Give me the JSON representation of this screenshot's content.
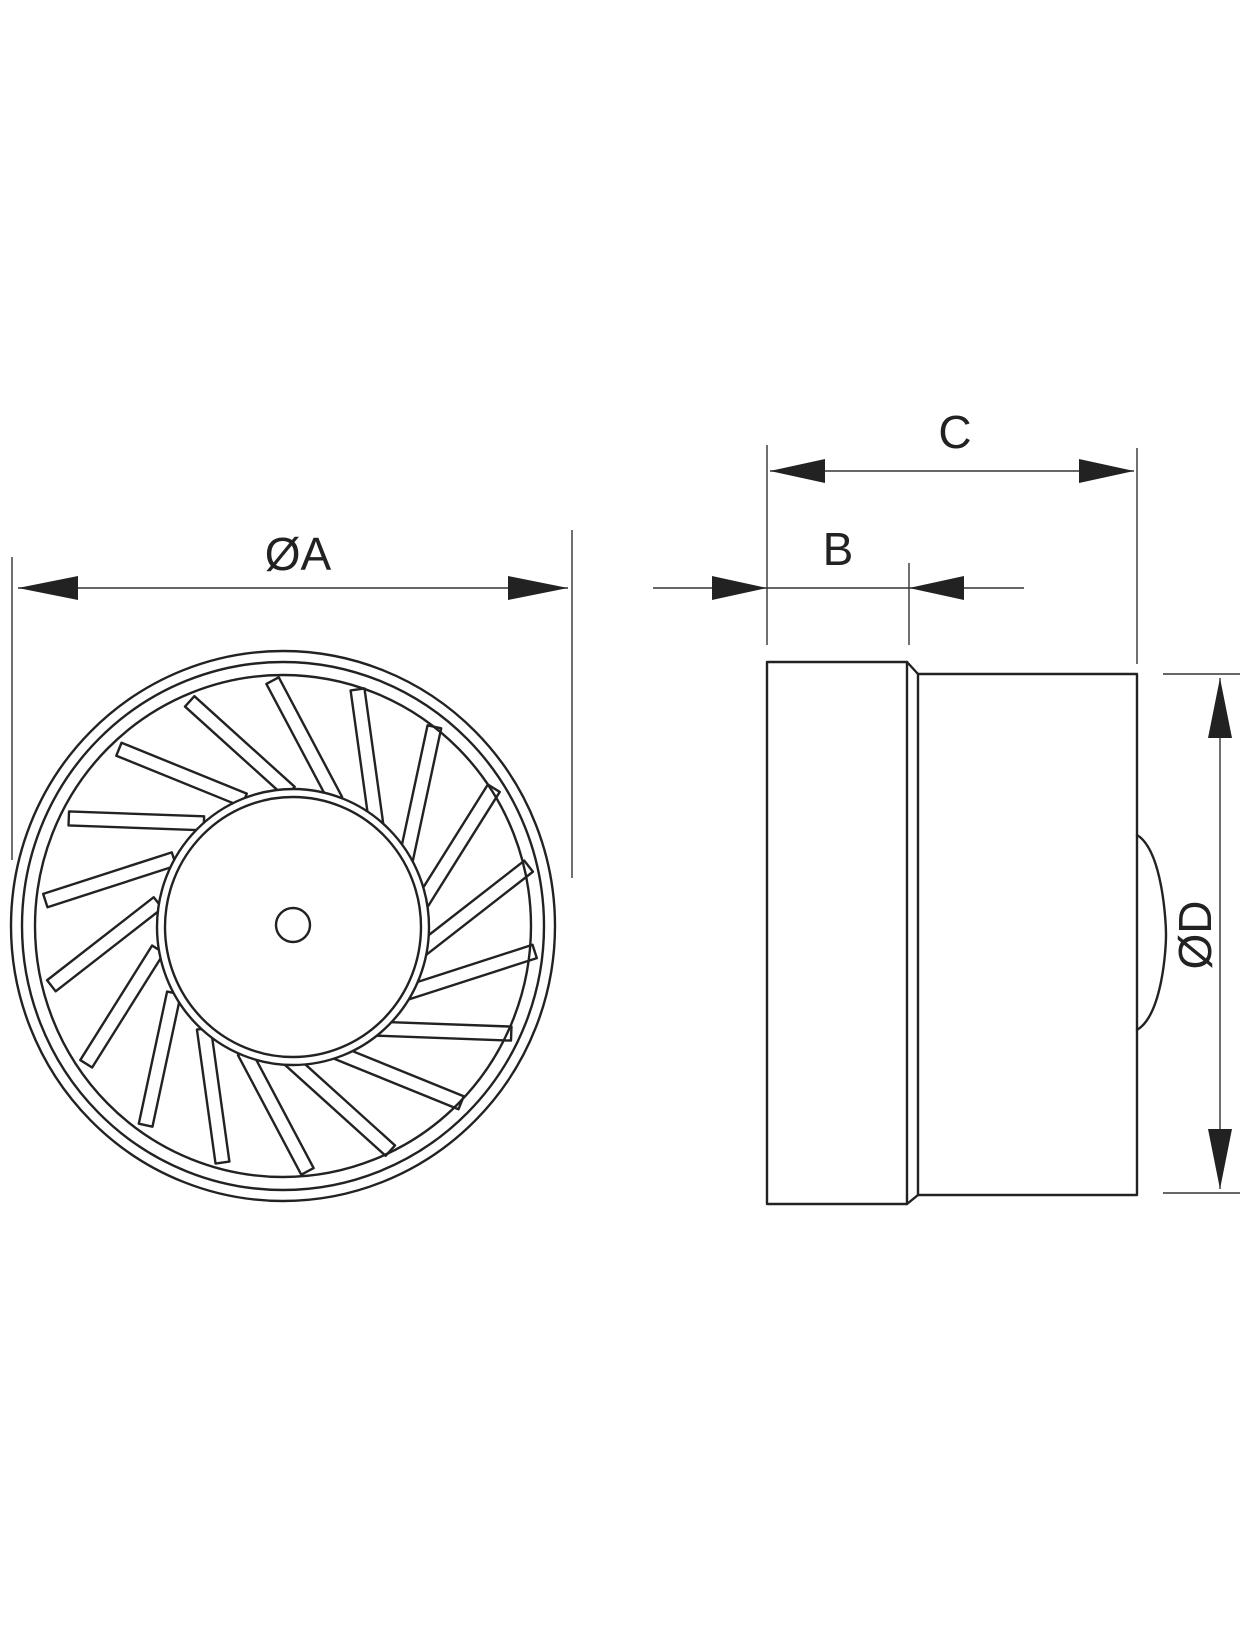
{
  "dimensions": {
    "a": {
      "label": "ØA"
    },
    "b": {
      "label": "B"
    },
    "c": {
      "label": "C"
    },
    "d": {
      "label": "ØD"
    }
  },
  "colors": {
    "line": "#222222",
    "background": "#ffffff"
  },
  "grille": {
    "vane_count": 18
  }
}
